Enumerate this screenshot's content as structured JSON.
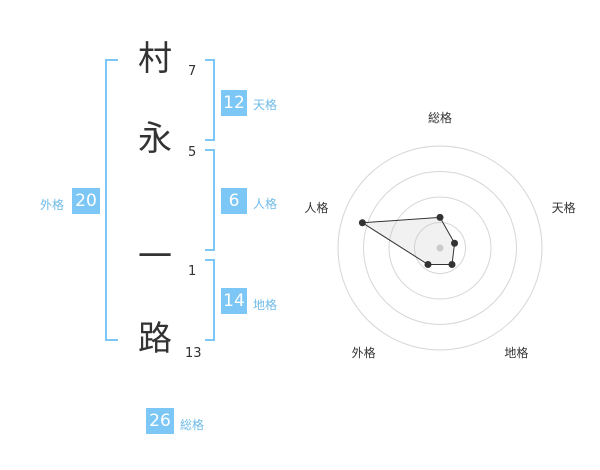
{
  "name": {
    "chars": [
      {
        "char": "村",
        "strokes": "7"
      },
      {
        "char": "永",
        "strokes": "5"
      },
      {
        "char": "一",
        "strokes": "1"
      },
      {
        "char": "路",
        "strokes": "13"
      }
    ]
  },
  "fortunes": {
    "tenkaku": {
      "value": "12",
      "label": "天格"
    },
    "jinkaku": {
      "value": "6",
      "label": "人格"
    },
    "chikaku": {
      "value": "14",
      "label": "地格"
    },
    "gaikaku": {
      "value": "20",
      "label": "外格"
    },
    "soukaku": {
      "value": "26",
      "label": "総格"
    }
  },
  "colors": {
    "accent": "#7cc7f5",
    "bracket": "#7cc7f5",
    "label": "#6fbbe8"
  },
  "chart_data": {
    "type": "radar",
    "axes": [
      "総格",
      "天格",
      "地格",
      "外格",
      "人格"
    ],
    "values": [
      0.3,
      0.15,
      0.2,
      0.2,
      0.8
    ],
    "max": 1,
    "rings": 4
  }
}
